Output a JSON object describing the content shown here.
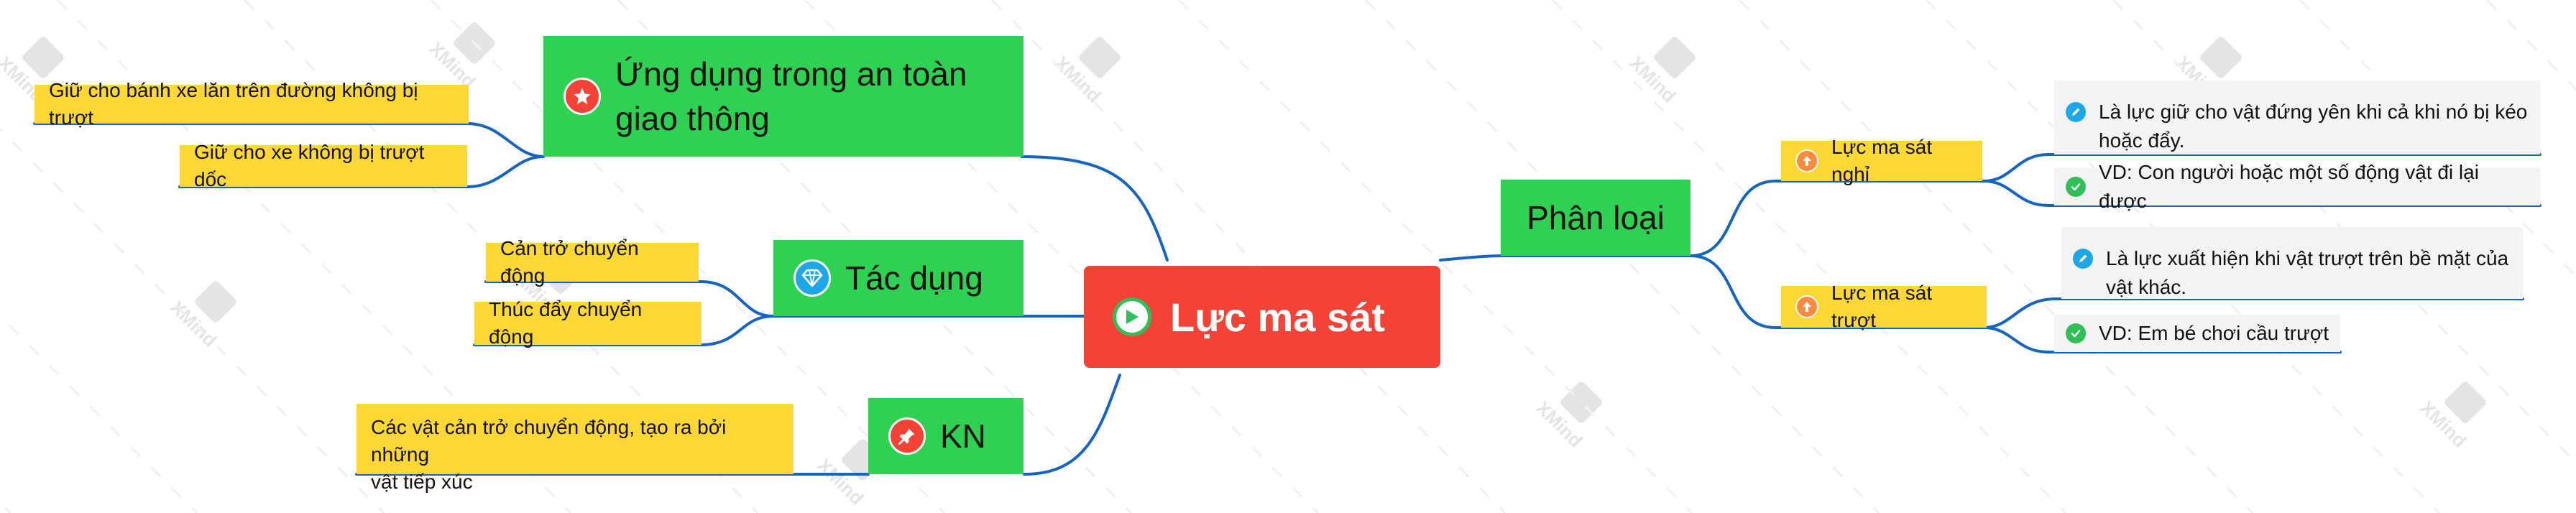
{
  "root": {
    "label": "Lực ma sát",
    "icon": "play-icon"
  },
  "left_branches": [
    {
      "label": "Ứng dụng trong an toàn\ngiao thông",
      "icon": "star-icon",
      "children": [
        "Giữ cho bánh xe lăn trên đường không bị trượt",
        "Giữ cho xe không bị trượt dốc"
      ]
    },
    {
      "label": "Tác dụng",
      "icon": "diamond-icon",
      "children": [
        "Cản trở chuyển động",
        "Thúc đẩy chuyển động"
      ]
    },
    {
      "label": "KN",
      "icon": "pin-icon",
      "children": [
        "Các vật cản trở chuyển động, tạo ra bởi những\nvật tiếp xúc"
      ]
    }
  ],
  "right_branch": {
    "label": "Phân loại",
    "children": [
      {
        "label": "Lực ma sát nghỉ",
        "icon": "up-arrow-icon",
        "details": [
          {
            "icon": "pencil-icon",
            "text": "Là lực giữ cho vật đứng yên khi cả khi nó bị kéo\nhoặc đẩy."
          },
          {
            "icon": "check-icon",
            "text": "VD: Con người hoặc một số động vật đi lại được"
          }
        ]
      },
      {
        "label": "Lực ma sát trượt",
        "icon": "up-arrow-icon",
        "details": [
          {
            "icon": "pencil-icon",
            "text": "Là lực xuất hiện khi vật trượt trên bề mặt của\nvật khác."
          },
          {
            "icon": "check-icon",
            "text": "VD: Em bé chơi cầu trượt"
          }
        ]
      }
    ]
  },
  "watermark": "XMind",
  "colors": {
    "root": "#f44336",
    "branch": "#2fd152",
    "leaf": "#fdd835",
    "detail": "#f3f3f3",
    "line": "#1565c0",
    "marker_orange": "#ff8a3d",
    "pencil_blue": "#1ea7e8",
    "check_green": "#2fbf57"
  }
}
